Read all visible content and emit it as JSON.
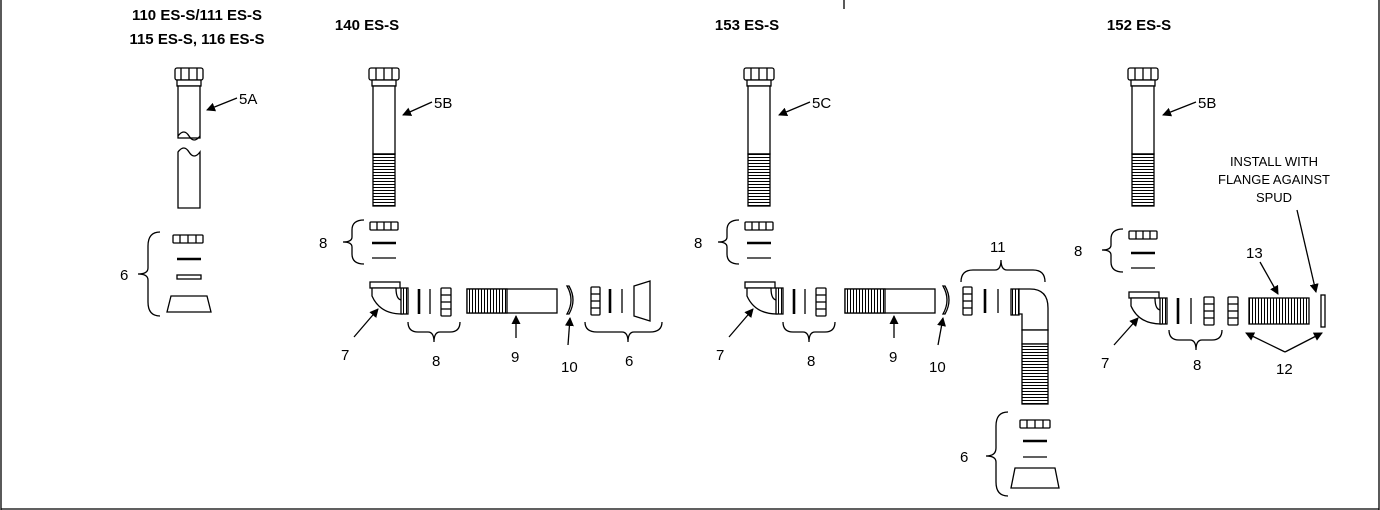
{
  "titles": {
    "m110_line1": "110 ES-S/111 ES-S",
    "m110_line2": "115 ES-S, 116 ES-S",
    "m140": "140 ES-S",
    "m153": "153 ES-S",
    "m152": "152 ES-S"
  },
  "labels": {
    "l5A": "5A",
    "l5B": "5B",
    "l5C": "5C",
    "l6": "6",
    "l7": "7",
    "l8": "8",
    "l9": "9",
    "l10": "10",
    "l11": "11",
    "l12": "12",
    "l13": "13"
  },
  "note": {
    "line1": "INSTALL WITH",
    "line2": "FLANGE AGAINST",
    "line3": "SPUD"
  }
}
